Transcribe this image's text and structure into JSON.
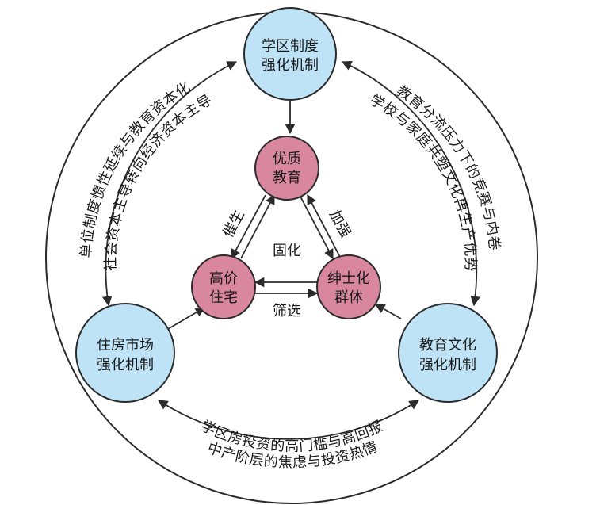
{
  "nodes": {
    "xuequ": {
      "line1": "学区制度",
      "line2": "强化机制"
    },
    "zhufang": {
      "line1": "住房市场",
      "line2": "强化机制"
    },
    "jiaoyu_wenhua": {
      "line1": "教育文化",
      "line2": "强化机制"
    },
    "youzhi": {
      "line1": "优质",
      "line2": "教育"
    },
    "gaojia": {
      "line1": "高价",
      "line2": "住宅"
    },
    "shenshi": {
      "line1": "绅士化",
      "line2": "群体"
    }
  },
  "colors": {
    "outer_nodes": "#bfe3f6",
    "inner_nodes": "#d9869f",
    "lines": "#2b2b2b"
  },
  "edge_labels": {
    "cuisheng": "催生",
    "jiaqiang": "加强",
    "guhua": "固化",
    "shaixuan": "筛选"
  },
  "curve_labels": {
    "left_outer": "单位制度惯性延续与教育资本化",
    "left_inner": "社会资本主导转向经济资本主导",
    "right_outer": "教育分流压力下的竞赛与内卷",
    "right_inner": "学校与家庭共塑文化再生产优势",
    "bottom_outer": "学区房投资的高门槛与高回报",
    "bottom_inner": "中产阶层的焦虑与投资热情"
  }
}
